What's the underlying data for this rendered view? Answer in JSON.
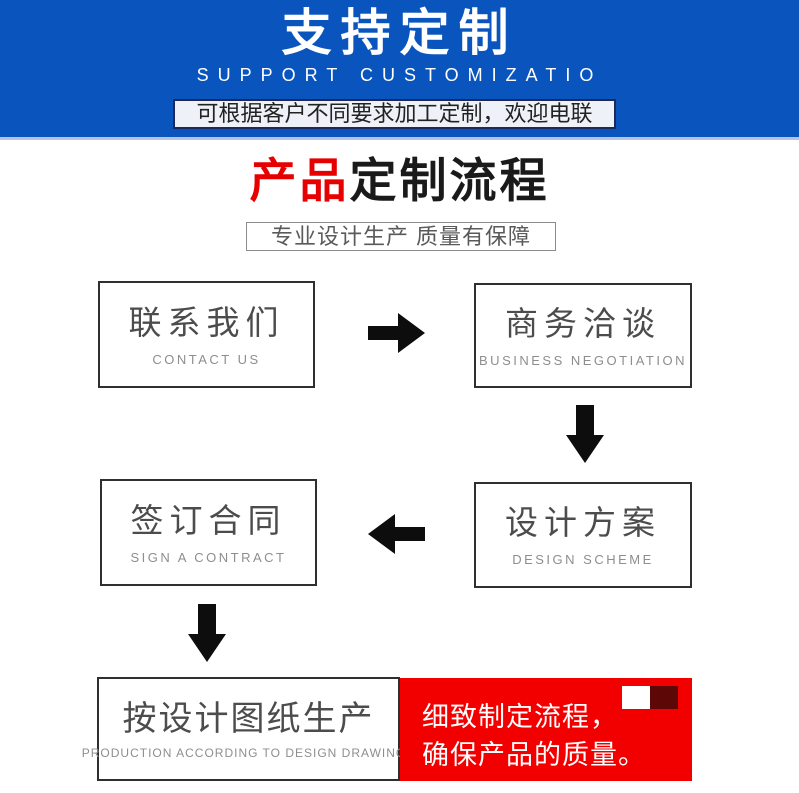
{
  "banner": {
    "title": "支持定制",
    "subtitle": "SUPPORT CUSTOMIZATIO",
    "note": "可根据客户不同要求加工定制，欢迎电联"
  },
  "section": {
    "title_red": "产品",
    "title_black": "定制流程",
    "tagline": "专业设计生产 质量有保障"
  },
  "flow": {
    "steps": [
      {
        "zh": "联系我们",
        "en": "CONTACT US"
      },
      {
        "zh": "商务洽谈",
        "en": "BUSINESS NEGOTIATION"
      },
      {
        "zh": "设计方案",
        "en": "DESIGN SCHEME"
      },
      {
        "zh": "签订合同",
        "en": "SIGN A CONTRACT"
      },
      {
        "zh": "按设计图纸生产",
        "en": "PRODUCTION ACCORDING TO DESIGN DRAWINGS"
      }
    ],
    "callout": {
      "line1": "细致制定流程，",
      "line2": "确保产品的质量。"
    }
  },
  "icons": {
    "arrow_right": "arrow-right-icon",
    "arrow_down": "arrow-down-icon",
    "arrow_left": "arrow-left-icon"
  },
  "colors": {
    "banner-blue": "#0a55bd",
    "banner-shadow": "#b7c3e2",
    "note-bg": "#eef1f8",
    "note-border": "#1b2a58",
    "title-red": "#e60000",
    "box-border": "#2f2f2f",
    "callout-red": "#f20000",
    "callout-maroon": "#5e0707",
    "arrow-black": "#0d0d0d"
  }
}
